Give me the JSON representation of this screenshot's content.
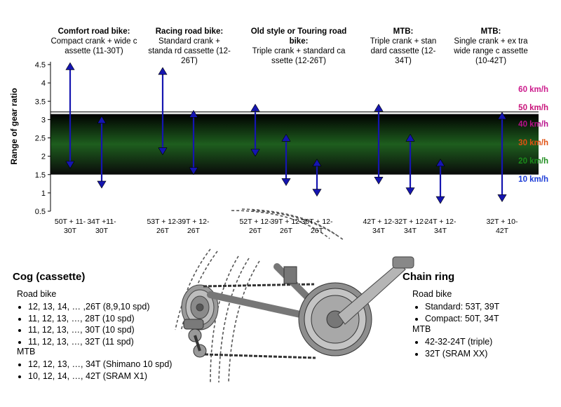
{
  "colors": {
    "band_top": "#000000",
    "band_mid": "#1e5e1e",
    "arrow": "#1515b0",
    "speed_60": "#cc1a8c",
    "speed_50": "#c8127a",
    "speed_40": "#b8108c",
    "speed_30": "#e05010",
    "speed_20": "#1a8a1a",
    "speed_10": "#1a3ad6"
  },
  "chart_data": {
    "type": "range-arrows",
    "ylabel": "Range of gear ratio",
    "ylim": [
      0.5,
      4.5
    ],
    "yticks": [
      "0.5",
      "1",
      "1.5",
      "2",
      "2.5",
      "3",
      "3.5",
      "4",
      "4.5"
    ],
    "band": {
      "low": 1.5,
      "high": 3.15
    },
    "speed_labels": [
      {
        "text": "60 km/h",
        "value": 3.83,
        "color": "#cc1a8c"
      },
      {
        "text": "50 km/h",
        "value": 3.33,
        "color": "#c8127a"
      },
      {
        "text": "40 km/h",
        "value": 2.88,
        "color": "#b8108c"
      },
      {
        "text": "30 km/h",
        "value": 2.38,
        "color": "#e05010"
      },
      {
        "text": "20 km/h",
        "value": 1.88,
        "color": "#1a8a1a"
      },
      {
        "text": "10 km/h",
        "value": 1.38,
        "color": "#1a3ad6"
      }
    ],
    "groups": [
      {
        "title": "Comfort road bike:",
        "desc": "Compact crank + wide c assette (11-30T)"
      },
      {
        "title": "Racing road bike:",
        "desc": "Standard crank + standa rd cassette (12-26T)"
      },
      {
        "title": "Old style or Touring road bike:",
        "desc": "Triple crank + standard ca ssette (12-26T)"
      },
      {
        "title": "MTB:",
        "desc": "Triple crank + stan dard cassette (12-34T)"
      },
      {
        "title": "MTB:",
        "desc": "Single crank + ex tra wide range c assette (10-42T)"
      }
    ],
    "series": [
      {
        "category": "50T + 11-30T",
        "min": 1.67,
        "max": 4.55
      },
      {
        "category": "34T + 11-30T",
        "min": 1.13,
        "max": 3.09
      },
      {
        "category": "53T + 12-26T",
        "min": 2.04,
        "max": 4.42
      },
      {
        "category": "39T + 12-26T",
        "min": 1.5,
        "max": 3.25
      },
      {
        "category": "52T + 12-26T",
        "min": 2.0,
        "max": 3.42
      },
      {
        "category": "39T + 12-26T",
        "min": 1.2,
        "max": 2.6
      },
      {
        "category": "30T + 12-26T",
        "min": 0.91,
        "max": 1.92
      },
      {
        "category": "42T + 12-34T",
        "min": 1.24,
        "max": 3.42
      },
      {
        "category": "32T + 12-34T",
        "min": 0.95,
        "max": 2.6
      },
      {
        "category": "24T + 12-34T",
        "min": 0.71,
        "max": 1.92
      },
      {
        "category": "32T + 10-42T",
        "min": 0.76,
        "max": 3.2
      }
    ]
  },
  "xlabels": [
    {
      "line1": "50T + 11-",
      "line2": "30T"
    },
    {
      "line1": "34T +11-",
      "line2": "30T"
    },
    {
      "line1": "53T + 12-",
      "line2": "26T"
    },
    {
      "line1": "39T + 12-",
      "line2": "26T"
    },
    {
      "line1": "52T + 12-",
      "line2": "26T"
    },
    {
      "line1": "39T + 12-",
      "line2": "26T"
    },
    {
      "line1": "30T + 12-",
      "line2": "26T"
    },
    {
      "line1": "42T + 12-",
      "line2": "34T"
    },
    {
      "line1": "32T + 12-",
      "line2": "34T"
    },
    {
      "line1": "24T + 12-",
      "line2": "34T"
    },
    {
      "line1": "32T + 10-",
      "line2": "42T"
    }
  ],
  "cog": {
    "heading": "Cog (cassette)",
    "road_label": "Road bike",
    "road_items": [
      "12, 13, 14, … ,26T (8,9,10 spd)",
      "11, 12, 13, …, 28T (10 spd)",
      "11, 12, 13, …, 30T (10 spd)",
      "11, 12, 13, …, 32T (11 spd)"
    ],
    "mtb_label": "MTB",
    "mtb_items": [
      "12, 12, 13, …, 34T (Shimano 10 spd)",
      "10, 12, 14, …, 42T (SRAM X1)"
    ]
  },
  "chainring": {
    "heading": "Chain ring",
    "road_label": "Road bike",
    "road_items": [
      "Standard: 53T, 39T",
      "Compact: 50T, 34T"
    ],
    "mtb_label": "MTB",
    "mtb_items": [
      "42-32-24T (triple)",
      "32T (SRAM XX)"
    ]
  },
  "illustration": {
    "name": "bicycle-drivetrain-icon"
  }
}
